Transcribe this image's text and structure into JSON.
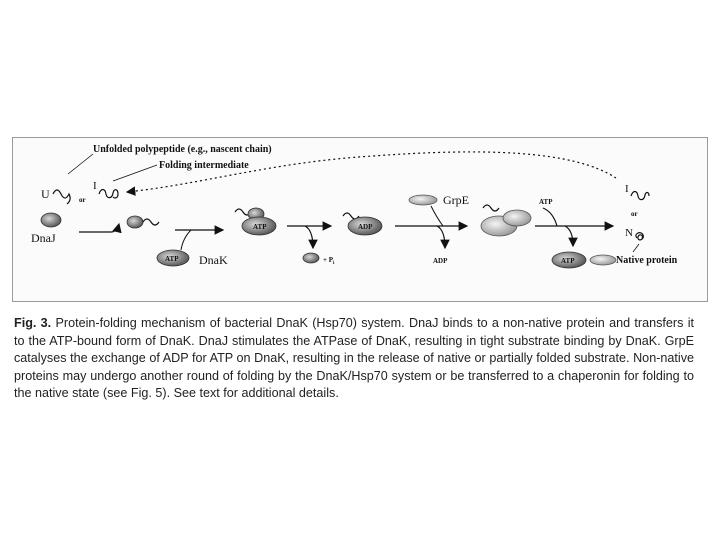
{
  "diagram": {
    "label_unfolded": "Unfolded polypeptide (e.g., nascent chain)",
    "label_folding_intermediate": "Folding intermediate",
    "label_U": "U",
    "label_or_1": "or",
    "label_I_left": "I",
    "label_dnaj": "DnaJ",
    "label_atp_1": "ATP",
    "label_atp_2": "ATP",
    "label_dnak": "DnaK",
    "label_adp_bound": "ADP",
    "label_pi": "+ P",
    "label_pi_sub": "i",
    "label_grpe": "GrpE",
    "label_adp_release": "ADP",
    "label_atp_arrow": "ATP",
    "label_atp_3": "ATP",
    "label_I_right": "I",
    "label_or_2": "or",
    "label_N": "N",
    "label_native": "Native protein"
  },
  "caption": {
    "fig_label": "Fig. 3.",
    "text": "Protein-folding mechanism of bacterial DnaK (Hsp70) system. DnaJ binds to a non-native protein and transfers it to the ATP-bound form of DnaK. DnaJ stimulates the ATPase of DnaK, resulting in tight substrate binding by DnaK. GrpE catalyses the exchange of ADP for ATP on DnaK, resulting in the release of native or partially folded substrate. Non-native proteins may undergo another round of folding by the DnaK/Hsp70 system or be transferred to a chaperonin for folding to the native state (see Fig. 5). See text for additional details."
  },
  "colors": {
    "protein_fill": "#8a8a8a",
    "grpe_fill": "#cfcfcf",
    "ink": "#111111"
  }
}
